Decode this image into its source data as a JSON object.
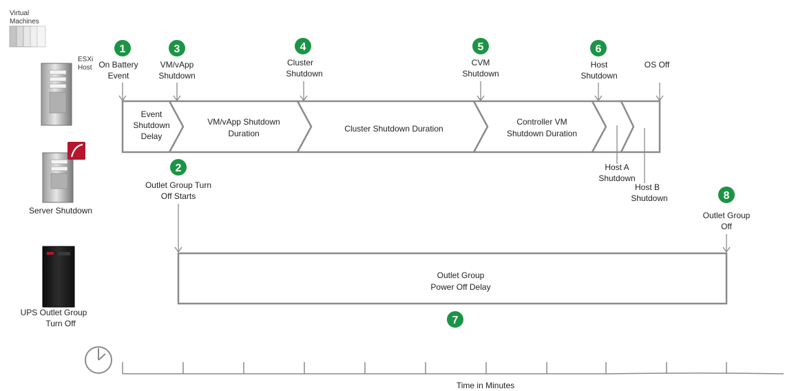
{
  "devices": {
    "vm_label": "Virtual Machines",
    "esxi_label": "ESXi Host",
    "server_shutdown_label": "Server Shutdown",
    "ups_label": "UPS Outlet Group Turn Off"
  },
  "badge_color": "#1b9446",
  "steps": [
    {
      "num": "1",
      "label": "On Battery Event"
    },
    {
      "num": "2",
      "label": "Outlet Group Turn Off Starts"
    },
    {
      "num": "3",
      "label": "VM/vApp Shutdown"
    },
    {
      "num": "4",
      "label": "Cluster Shutdown"
    },
    {
      "num": "5",
      "label": "CVM Shutdown"
    },
    {
      "num": "6",
      "label": "Host Shutdown"
    },
    {
      "num": "7",
      "label": ""
    },
    {
      "num": "8",
      "label": "Outlet Group Off"
    }
  ],
  "os_off_label": "OS Off",
  "durations": {
    "event_shutdown_delay": "Event Shutdown Delay",
    "vm_vapp": "VM/vApp Shutdown Duration",
    "cluster": "Cluster Shutdown Duration",
    "controller_vm": "Controller VM Shutdown Duration"
  },
  "host_a_label": "Host A Shutdown",
  "host_b_label": "Host B Shutdown",
  "outlet_delay_label": "Outlet Group Power Off Delay",
  "axis_label": "Time in Minutes",
  "icons": [
    "virtual-machines-icon",
    "esxi-host-server-icon",
    "shutdown-server-icon",
    "ups-icon",
    "clock-icon"
  ]
}
